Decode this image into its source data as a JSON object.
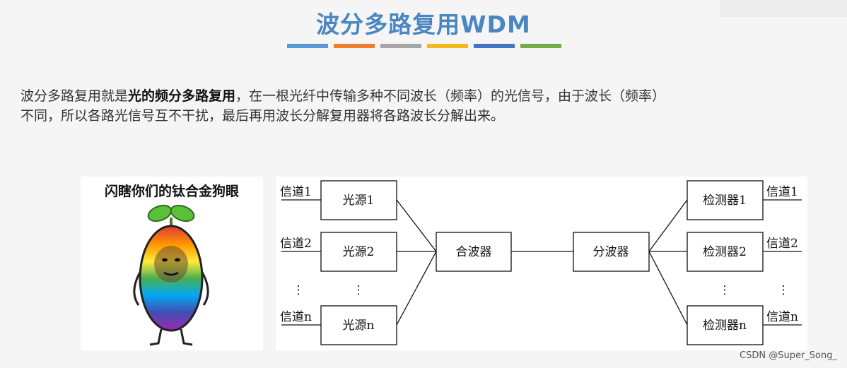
{
  "slide": {
    "title": "波分多路复用WDM",
    "stripe_colors": [
      "#5b9bd5",
      "#ed7d31",
      "#a5a5a5",
      "#f4b81d",
      "#4472c4",
      "#70ad47"
    ]
  },
  "paragraph": {
    "line1_before": "波分多路复用就是",
    "line1_bold": "光的频分多路复用",
    "line1_after": "，在一根光纤中传输多种不同波长（频率）的光信号，由于波长（频率）",
    "line2": "不同，所以各路光信号互不干扰，最后再用波长分解复用器将各路波长分解出来。"
  },
  "meme": {
    "caption": "闪瞎你们的钛合金狗眼"
  },
  "diagram": {
    "input_channels": [
      "信道1",
      "信道2",
      "信道n"
    ],
    "sources": [
      "光源1",
      "光源2",
      "光源n"
    ],
    "multiplexer": "合波器",
    "demultiplexer": "分波器",
    "detectors": [
      "检测器1",
      "检测器2",
      "检测器n"
    ],
    "output_channels": [
      "信道1",
      "信道2",
      "信道n"
    ],
    "ellipsis": "⋮"
  },
  "watermark": "CSDN @Super_Song_"
}
